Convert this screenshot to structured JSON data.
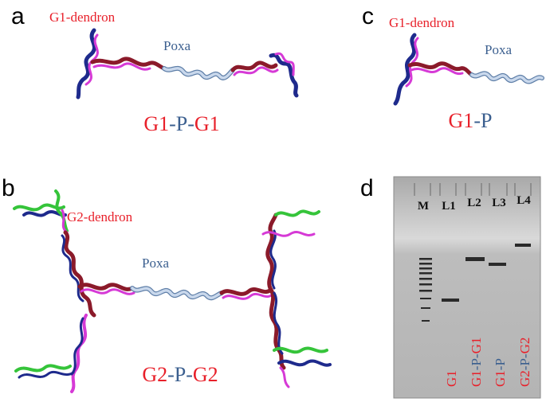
{
  "panels": {
    "a": {
      "letter": "a",
      "dendron_label": "G1-dendron",
      "linker_label": "Poxa",
      "construct": {
        "part1": "G1",
        "sep1": "-",
        "part2": "P",
        "sep2": "-",
        "part3": "G1"
      }
    },
    "b": {
      "letter": "b",
      "dendron_label": "G2-dendron",
      "linker_label": "Poxa",
      "construct": {
        "part1": "G2",
        "sep1": "-",
        "part2": "P",
        "sep2": "-",
        "part3": "G2"
      }
    },
    "c": {
      "letter": "c",
      "dendron_label": "G1-dendron",
      "linker_label": "Poxa",
      "construct": {
        "part1": "G1",
        "sep1": "-",
        "part2": "P"
      }
    },
    "d": {
      "letter": "d",
      "lanes": [
        "M",
        "L1",
        "L2",
        "L3",
        "L4"
      ],
      "lane_samples": [
        {
          "parts": [
            "G1"
          ]
        },
        {
          "parts": [
            "G1",
            "-",
            "P",
            "-",
            "G1"
          ]
        },
        {
          "parts": [
            "G1",
            "-",
            "P"
          ]
        },
        {
          "parts": [
            "G2",
            "-",
            "P",
            "-",
            "G2"
          ]
        }
      ]
    }
  },
  "colors": {
    "dendron_red": "#e8202a",
    "poxa_blue": "#3b5f8f",
    "dna_dark_red": "#8b1a2a",
    "dna_magenta": "#d63ad6",
    "dna_navy": "#1e2a8c",
    "dna_green": "#35c43a",
    "polymer_fill": "#c9d8ec",
    "polymer_edge": "#5f7fa8",
    "gel_bg": "#b9b9b9",
    "band": "#2a2a2a"
  }
}
